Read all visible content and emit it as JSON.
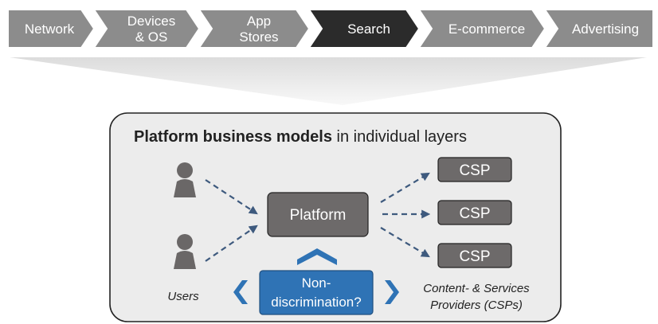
{
  "chain": {
    "steps": [
      {
        "lines": [
          "Network"
        ],
        "selected": false
      },
      {
        "lines": [
          "Devices",
          "& OS"
        ],
        "selected": false
      },
      {
        "lines": [
          "App",
          "Stores"
        ],
        "selected": false
      },
      {
        "lines": [
          "Search"
        ],
        "selected": true
      },
      {
        "lines": [
          "E-commerce"
        ],
        "selected": false
      },
      {
        "lines": [
          "Advertising"
        ],
        "selected": false
      }
    ],
    "color": "#8c8c8c",
    "selected_color": "#2b2b2b"
  },
  "panel": {
    "title_bold": "Platform business models",
    "title_rest": " in individual layers",
    "background": "#ececec"
  },
  "platform": {
    "label": "Platform",
    "color": "#6d6a6a"
  },
  "csp": {
    "labels": [
      "CSP",
      "CSP",
      "CSP"
    ],
    "color": "#6d6a6a"
  },
  "users": {
    "label": "Users",
    "icon": "person-icon"
  },
  "providers": {
    "line1": "Content- & Services",
    "line2": "Providers (CSPs)"
  },
  "nondiscrimination": {
    "line1": "Non-",
    "line2": "discrimination?",
    "color": "#2f73b5"
  },
  "arrow_color": "#3e5a7e",
  "accent": "#2f73b5"
}
